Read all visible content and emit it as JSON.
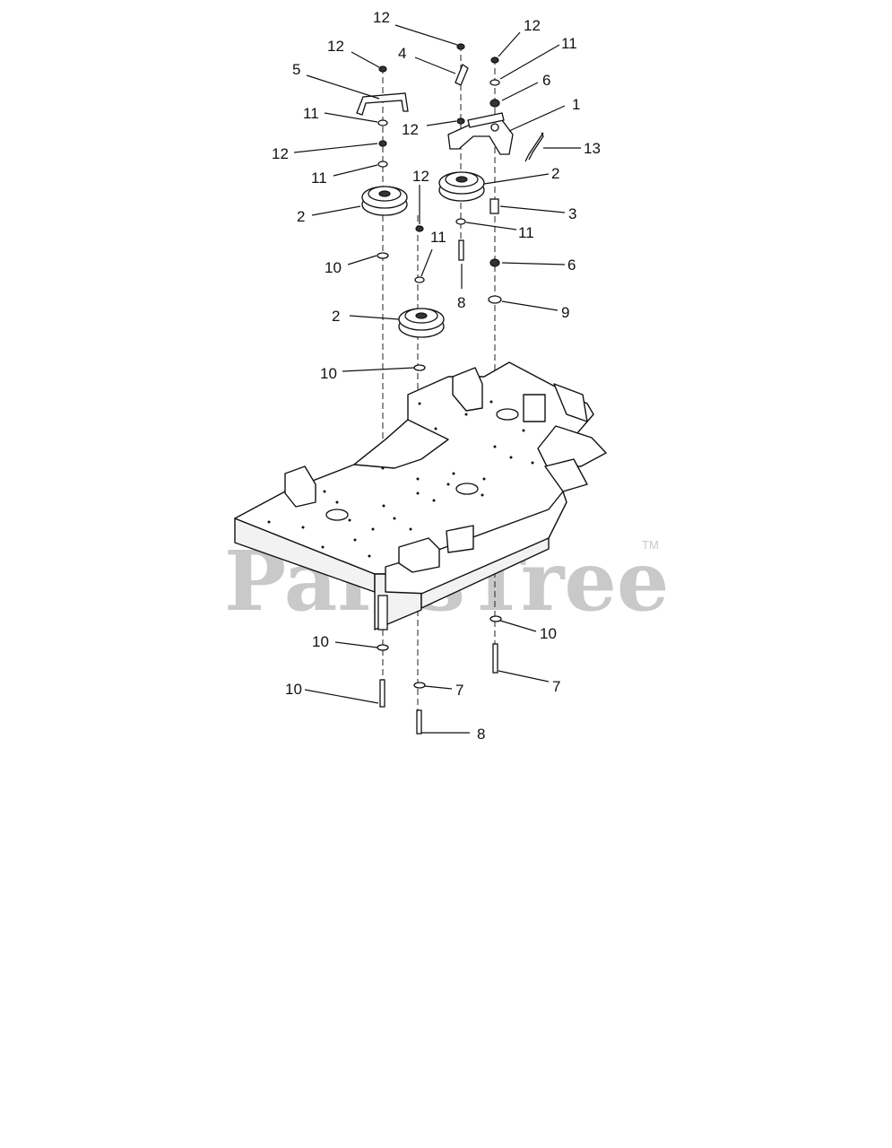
{
  "watermark": {
    "text": "PartsTree",
    "tm": "TM"
  },
  "callouts": [
    {
      "id": "c12a",
      "label": "12"
    },
    {
      "id": "c12b",
      "label": "12"
    },
    {
      "id": "c12c",
      "label": "12"
    },
    {
      "id": "c4",
      "label": "4"
    },
    {
      "id": "c11a",
      "label": "11"
    },
    {
      "id": "c5",
      "label": "5"
    },
    {
      "id": "c6a",
      "label": "6"
    },
    {
      "id": "c1",
      "label": "1"
    },
    {
      "id": "c11b",
      "label": "11"
    },
    {
      "id": "c12d",
      "label": "12"
    },
    {
      "id": "c13",
      "label": "13"
    },
    {
      "id": "c12e",
      "label": "12"
    },
    {
      "id": "c11c",
      "label": "11"
    },
    {
      "id": "c12f",
      "label": "12"
    },
    {
      "id": "c2a",
      "label": "2"
    },
    {
      "id": "c2b",
      "label": "2"
    },
    {
      "id": "c3",
      "label": "3"
    },
    {
      "id": "c11d",
      "label": "11"
    },
    {
      "id": "c11e",
      "label": "11"
    },
    {
      "id": "c10a",
      "label": "10"
    },
    {
      "id": "c6b",
      "label": "6"
    },
    {
      "id": "c8a",
      "label": "8"
    },
    {
      "id": "c9",
      "label": "9"
    },
    {
      "id": "c2c",
      "label": "2"
    },
    {
      "id": "c10b",
      "label": "10"
    },
    {
      "id": "c10c",
      "label": "10"
    },
    {
      "id": "c10d",
      "label": "10"
    },
    {
      "id": "c7a",
      "label": "7"
    },
    {
      "id": "c10e",
      "label": "10"
    },
    {
      "id": "c7b",
      "label": "7"
    },
    {
      "id": "c8b",
      "label": "8"
    }
  ]
}
